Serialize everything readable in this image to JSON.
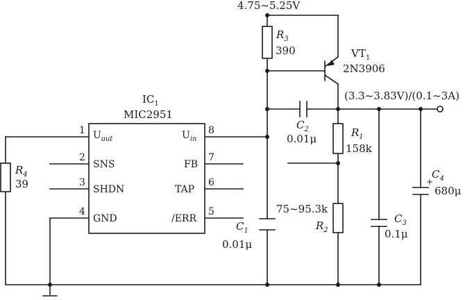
{
  "supply": {
    "label": "4.75~5.25V"
  },
  "output": {
    "label": "(3.3~3.83V)/(0.1~3A)"
  },
  "ic1": {
    "ref_main": "IC",
    "ref_sub": "1",
    "part": "MIC2951",
    "pins_left": [
      {
        "num": "1",
        "name_main": "U",
        "name_sub": "out"
      },
      {
        "num": "2",
        "name_main": "SNS",
        "name_sub": ""
      },
      {
        "num": "3",
        "name_main": "SHDN",
        "name_sub": ""
      },
      {
        "num": "4",
        "name_main": "GND",
        "name_sub": ""
      }
    ],
    "pins_right": [
      {
        "num": "8",
        "name_main": "U",
        "name_sub": "in"
      },
      {
        "num": "7",
        "name_main": "FB",
        "name_sub": ""
      },
      {
        "num": "6",
        "name_main": "TAP",
        "name_sub": ""
      },
      {
        "num": "5",
        "name_main": "/ERR",
        "name_sub": ""
      }
    ]
  },
  "vt1": {
    "ref_main": "VT",
    "ref_sub": "1",
    "part": "2N3906"
  },
  "r1": {
    "ref_main": "R",
    "ref_sub": "1",
    "value": "158k"
  },
  "r2": {
    "ref_main": "R",
    "ref_sub": "2",
    "value": "75~95.3k"
  },
  "r3": {
    "ref_main": "R",
    "ref_sub": "3",
    "value": "390"
  },
  "r4": {
    "ref_main": "R",
    "ref_sub": "4",
    "value": "39"
  },
  "c1": {
    "ref_main": "C",
    "ref_sub": "1",
    "value": "0.01μ"
  },
  "c2": {
    "ref_main": "C",
    "ref_sub": "2",
    "value": "0.01μ"
  },
  "c3": {
    "ref_main": "C",
    "ref_sub": "3",
    "value": "0.1μ"
  },
  "c4": {
    "ref_main": "C",
    "ref_sub": "4",
    "value": "680μ",
    "polarity": "+"
  }
}
